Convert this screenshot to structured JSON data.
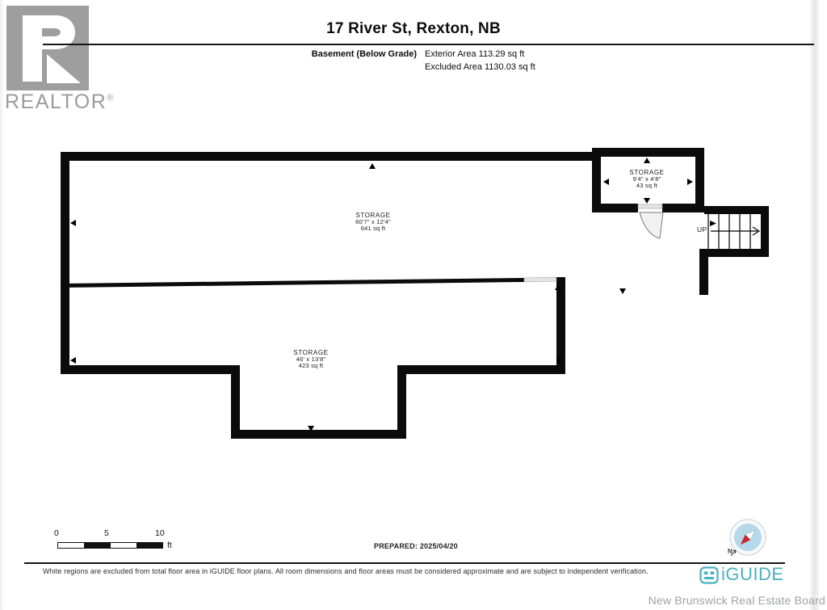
{
  "header": {
    "realtor_logo_text": "REALTOR",
    "realtor_reg_mark": "®",
    "title": "17 River St, Rexton, NB",
    "floor_label": "Basement (Below Grade)",
    "exterior_area": "Exterior Area 113.29 sq ft",
    "excluded_area": "Excluded Area 1130.03 sq ft"
  },
  "floor_plan": {
    "rooms": [
      {
        "name": "STORAGE",
        "dimensions": "60'7\" x 12'4\"",
        "area": "641 sq ft"
      },
      {
        "name": "STORAGE",
        "dimensions": "9'4\" x 4'8\"",
        "area": "43 sq ft"
      },
      {
        "name": "STORAGE",
        "dimensions": "46' x 13'8\"",
        "area": "423 sq ft"
      }
    ],
    "stairs_label": "UP",
    "compass_north_label": "N"
  },
  "scale_bar": {
    "tick_0": "0",
    "tick_5": "5",
    "tick_10": "10",
    "unit": "ft"
  },
  "prepared_label": "PREPARED: 2025/04/20",
  "footer": {
    "disclaimer": "White regions are excluded from total floor area in iGUIDE floor plans. All room dimensions and floor areas must be considered approximate and are subject to independent verification.",
    "iguide_logo_text": "iGUIDE",
    "board_name": "New Brunswick Real Estate Board"
  },
  "colors": {
    "wall_black": "#0b0b0b",
    "accent_teal": "#49b0c2",
    "logo_gray": "#9e9e9e",
    "compass_blue": "#b5d8ea",
    "compass_red": "#c9252b"
  }
}
